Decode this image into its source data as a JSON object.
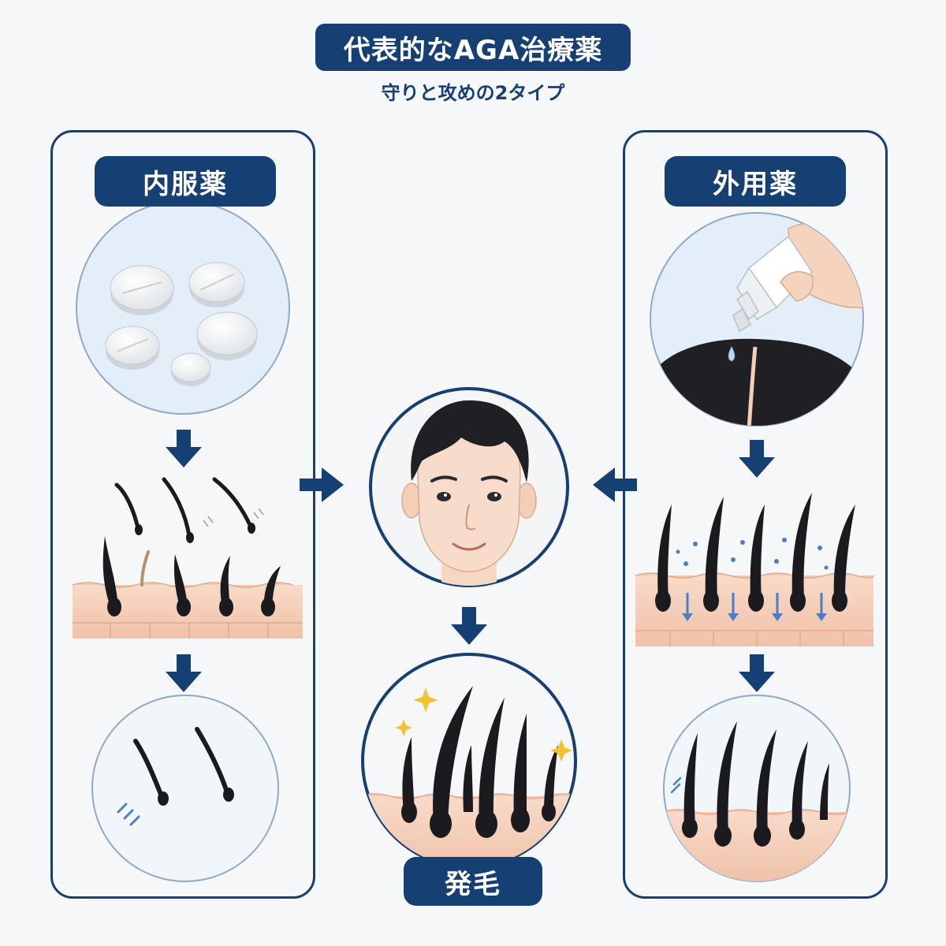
{
  "header": {
    "title": "代表的なAGA治療薬",
    "subtitle": "守りと攻めの2タイプ"
  },
  "left_panel": {
    "label": "内服薬"
  },
  "right_panel": {
    "label": "外用薬"
  },
  "center": {
    "result_label": "発毛"
  },
  "colors": {
    "navy": "#163f73",
    "skin": "#f6d3c0",
    "hair": "#1b1b1f",
    "circle_bg": "#e3eef9",
    "sparkle": "#f2c230"
  },
  "icons": [
    "pill-icon",
    "dropper-bottle-icon",
    "face-icon",
    "hair-follicle-icon",
    "sparkle-icon",
    "arrow-down-icon",
    "arrow-right-icon",
    "arrow-left-icon"
  ]
}
